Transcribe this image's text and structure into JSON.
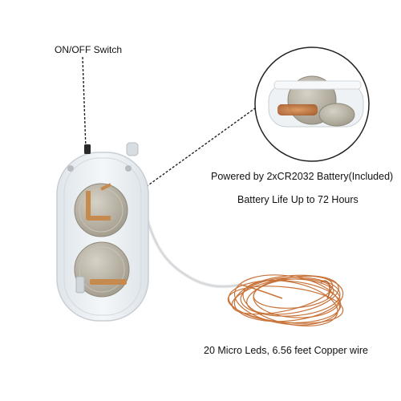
{
  "annotations": {
    "switch": "ON/OFF Switch",
    "battery": "Powered by 2xCR2032 Battery(Included)",
    "battery_life": "Battery Life Up to 72 Hours",
    "wire": "20 Micro Leds, 6.56 feet Copper wire"
  },
  "colors": {
    "case": "#e9eef2",
    "copper": "#c8733a",
    "coin_cell": "#b9b4a6",
    "contact": "#c68a4e"
  }
}
